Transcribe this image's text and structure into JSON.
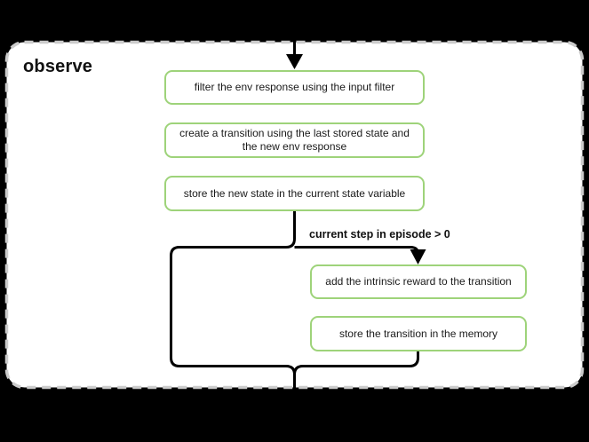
{
  "title": "observe",
  "colors": {
    "background": "#000000",
    "surface": "#ffffff",
    "group_border": "#cbcbcb",
    "node_border": "#9ed37a",
    "connector": "#000000",
    "text": "#1a1a1a"
  },
  "flow": {
    "group_label": "observe",
    "main_sequence": [
      {
        "id": "filter-env-response",
        "label": "filter the env response using the input filter"
      },
      {
        "id": "create-transition",
        "label": "create a transition using the last stored state and the new env response"
      },
      {
        "id": "store-current-state",
        "label": "store the new state in the current state variable"
      }
    ],
    "branch": {
      "condition": "current step in episode > 0",
      "steps": [
        {
          "id": "add-intrinsic-reward",
          "label": "add the intrinsic reward to the transition"
        },
        {
          "id": "store-transition-memory",
          "label": "store the transition in the memory"
        }
      ]
    }
  }
}
